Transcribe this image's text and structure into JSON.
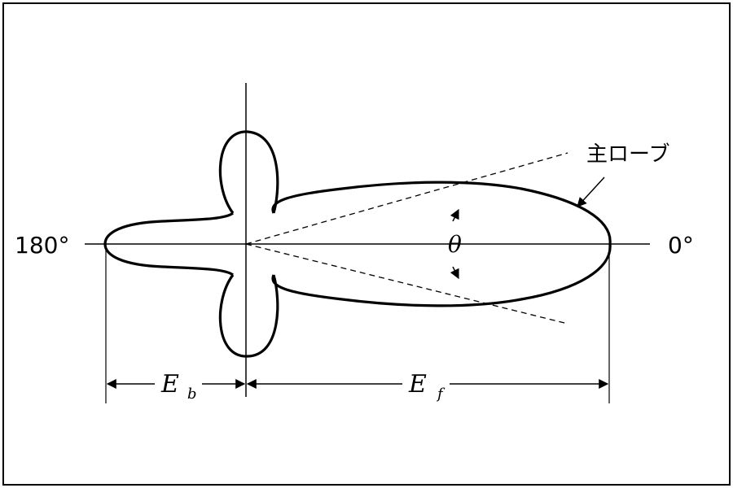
{
  "diagram": {
    "labels": {
      "angle_180": "180°",
      "angle_0": "0°",
      "main_lobe": "主ローブ",
      "theta": "θ",
      "eb_main": "E",
      "eb_sub": "b",
      "ef_main": "E",
      "ef_sub": "f"
    },
    "colors": {
      "stroke": "#000000",
      "background": "#ffffff"
    }
  }
}
